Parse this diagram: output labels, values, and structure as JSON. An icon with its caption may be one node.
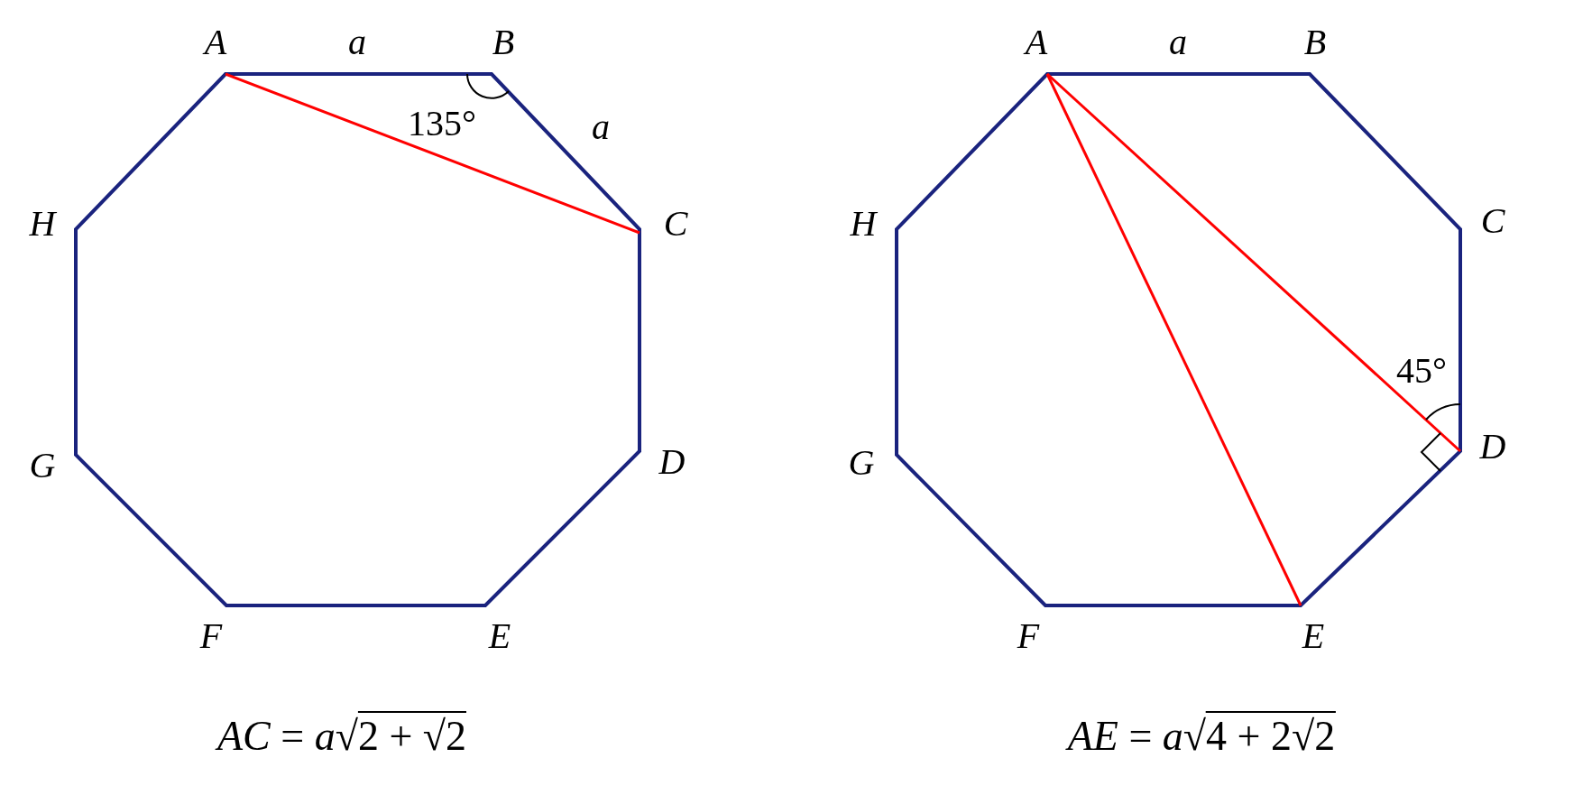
{
  "diagram": {
    "labels": [
      "A",
      "a",
      "B",
      "135°",
      "a",
      "H",
      "C",
      "G",
      "D",
      "F",
      "E",
      "*AC* = *a*√2 + √2",
      "A",
      "a",
      "B",
      "H",
      "C",
      "45°",
      "G",
      "D",
      "F",
      "E",
      "*AE* = *a*√4 + 2√2"
    ]
  }
}
